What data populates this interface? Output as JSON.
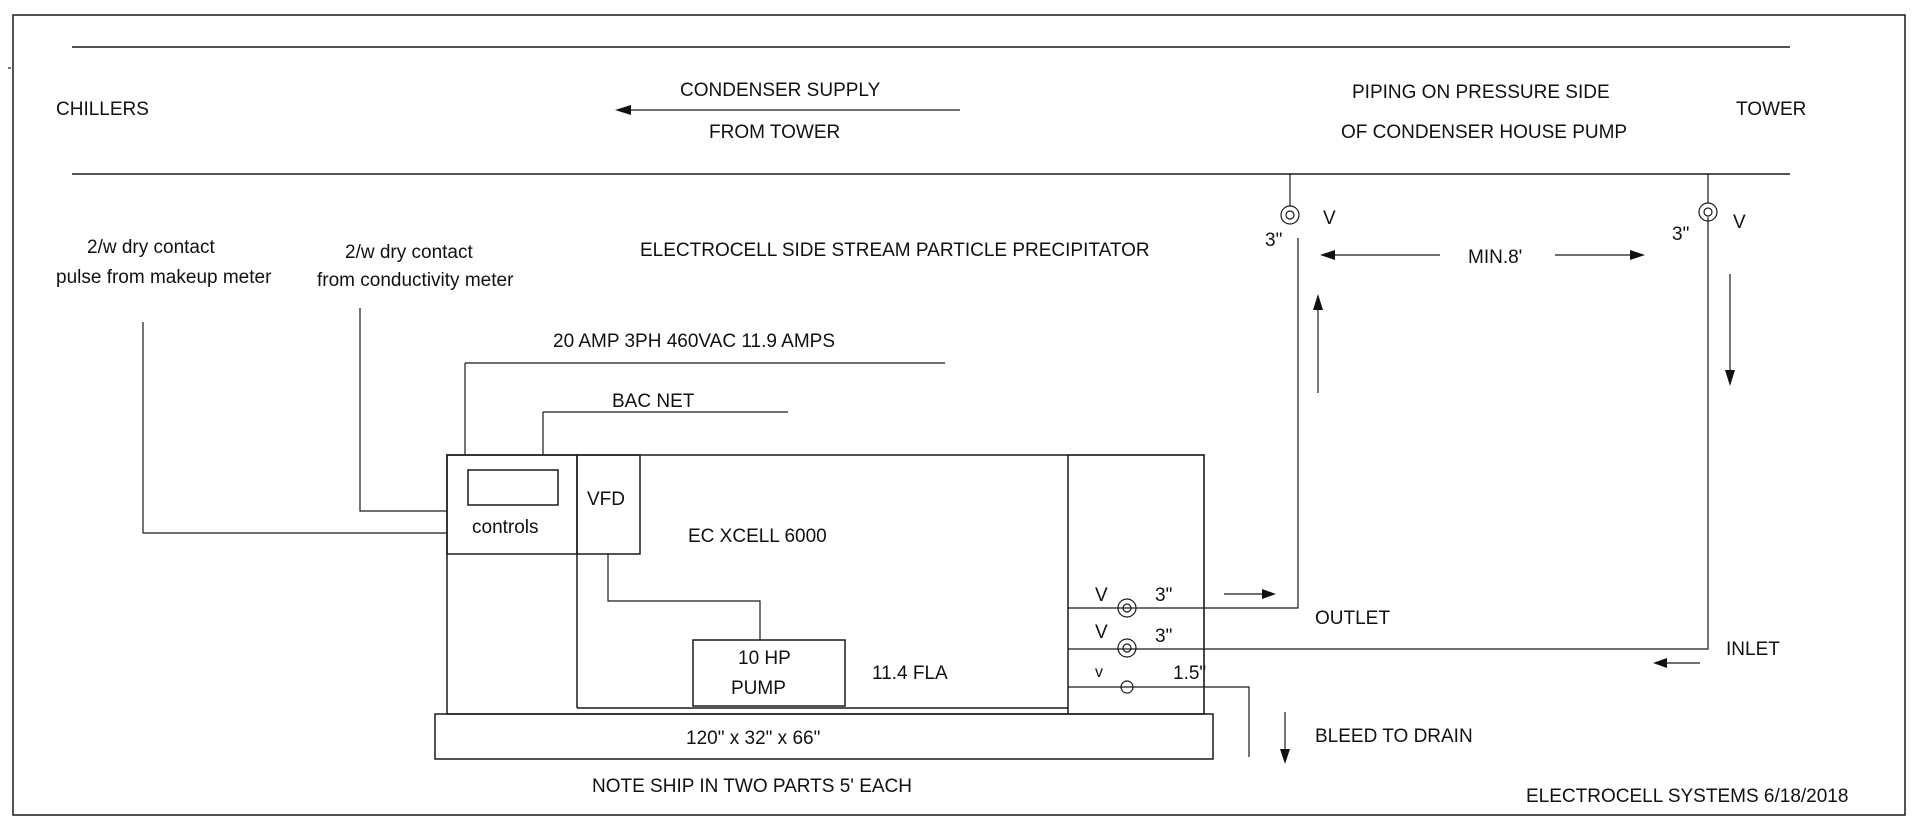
{
  "header": {
    "chillers": "CHILLERS",
    "condenser_supply_line1": "CONDENSER SUPPLY",
    "condenser_supply_line2": "FROM TOWER",
    "piping_line1": "PIPING ON PRESSURE SIDE",
    "piping_line2": "OF CONDENSER HOUSE PUMP",
    "tower": "TOWER"
  },
  "inputs": {
    "makeup_line1": "2/w dry contact",
    "makeup_line2": "pulse from makeup meter",
    "conductivity_line1": "2/w dry contact",
    "conductivity_line2": "from conductivity meter"
  },
  "title": "ELECTROCELL SIDE STREAM PARTICLE  PRECIPITATOR",
  "power": "20 AMP 3PH 460VAC    11.9 AMPS",
  "bacnet": "BAC NET",
  "unit": {
    "controls": "controls",
    "vfd": "VFD",
    "model": "EC XCELL 6000",
    "pump_line1": "10 HP",
    "pump_line2": "PUMP",
    "fla": "11.4  FLA",
    "dimensions": "120\" x 32\" x 66\""
  },
  "valves": {
    "left_size": "3\"",
    "left_label": "V",
    "right_size": "3\"",
    "right_label": "V",
    "outlet_label": "V",
    "outlet_size": "3\"",
    "inlet_label": "V",
    "inlet_size": "3\"",
    "bleed_label": "v",
    "bleed_size": "1.5\""
  },
  "spacing": "MIN.8'",
  "flows": {
    "outlet": "OUTLET",
    "inlet": "INLET",
    "bleed": "BLEED TO DRAIN"
  },
  "note": "NOTE  SHIP IN TWO PARTS 5' EACH",
  "footer": "ELECTROCELL SYSTEMS  6/18/2018"
}
